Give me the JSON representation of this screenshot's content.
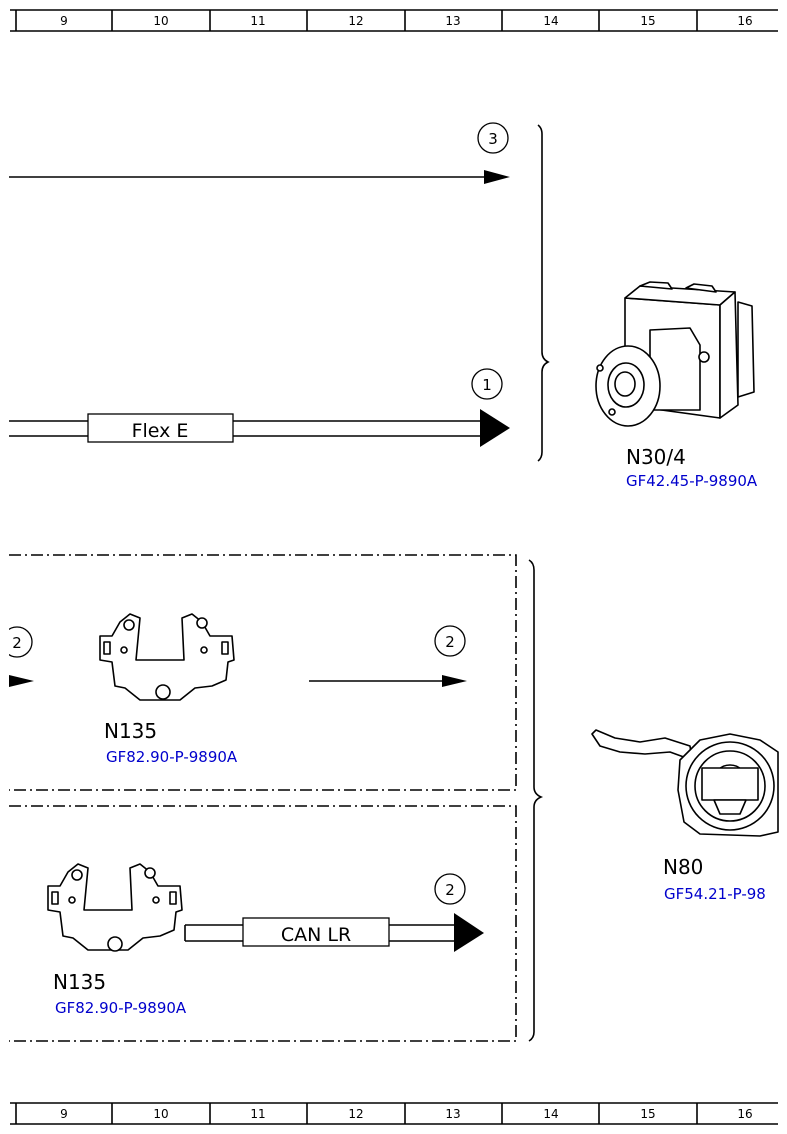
{
  "ruler": {
    "top": [
      "9",
      "10",
      "11",
      "12",
      "13",
      "14",
      "15",
      "16"
    ],
    "bottom": [
      "9",
      "10",
      "11",
      "12",
      "13",
      "14",
      "15",
      "16"
    ]
  },
  "components": {
    "n30_4": {
      "label": "N30/4",
      "code": "GF42.45-P-9890A"
    },
    "n135_a": {
      "label": "N135",
      "code": "GF82.90-P-9890A"
    },
    "n135_b": {
      "label": "N135",
      "code": "GF82.90-P-9890A"
    },
    "n80": {
      "label": "N80",
      "code": "GF54.21-P-98"
    }
  },
  "callouts": {
    "c3": "3",
    "c1": "1",
    "c2_left": "2",
    "c2_mid": "2",
    "c2_bottom": "2"
  },
  "buses": {
    "flex_e": "Flex E",
    "can_lr": "CAN LR"
  },
  "icons": {
    "n30_4": "abs-control-unit-icon",
    "n135": "steering-wheel-electronics-icon",
    "n80": "steering-column-module-icon"
  }
}
